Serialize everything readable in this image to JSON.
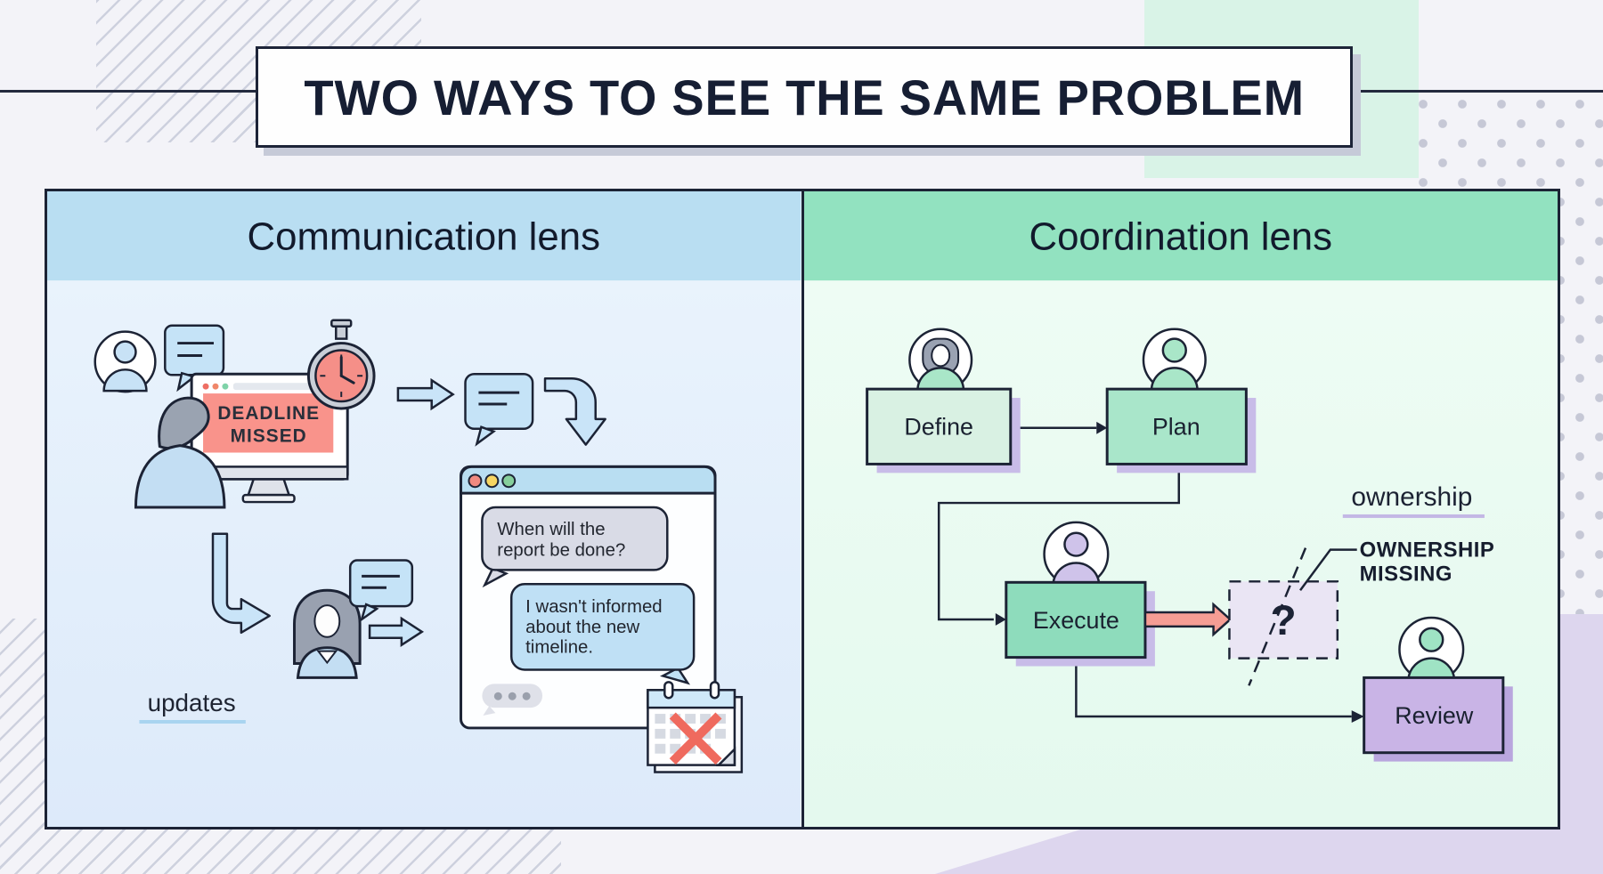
{
  "title": "TWO WAYS TO SEE THE SAME PROBLEM",
  "panels": {
    "communication": {
      "header": "Communication lens",
      "alert": {
        "line1": "DEADLINE",
        "line2": "MISSED"
      },
      "chat": {
        "message1": {
          "line1": "When will the",
          "line2": "report be done?"
        },
        "message2": {
          "line1": "I wasn't informed",
          "line2": "about the new",
          "line3": "timeline."
        }
      },
      "underlined_label": "updates"
    },
    "coordination": {
      "header": "Coordination lens",
      "steps": {
        "define": "Define",
        "plan": "Plan",
        "execute": "Execute",
        "review": "Review"
      },
      "unknown_step": "?",
      "underlined_label": "ownership",
      "annotation": {
        "line1": "OWNERSHIP",
        "line2": "MISSING"
      }
    }
  },
  "colors": {
    "ink": "#1c2335",
    "header_blue": "#b9def2",
    "header_green": "#92e2c0",
    "alert_red": "#f9938b",
    "bubble_blue": "#c5e3f7",
    "message_gray": "#d9dbe6",
    "message_blue": "#bfe0f5",
    "box_define": "#d9f1e3",
    "box_plan": "#a9e6ca",
    "box_execute": "#8edcbc",
    "box_review": "#c9b4e6",
    "box_unknown": "#eae5f4",
    "shadow_purple": "#c8bce8",
    "arrow_red": "#f59d94",
    "underline_blue": "#a8d4f0",
    "underline_purple": "#c3b7e5"
  }
}
